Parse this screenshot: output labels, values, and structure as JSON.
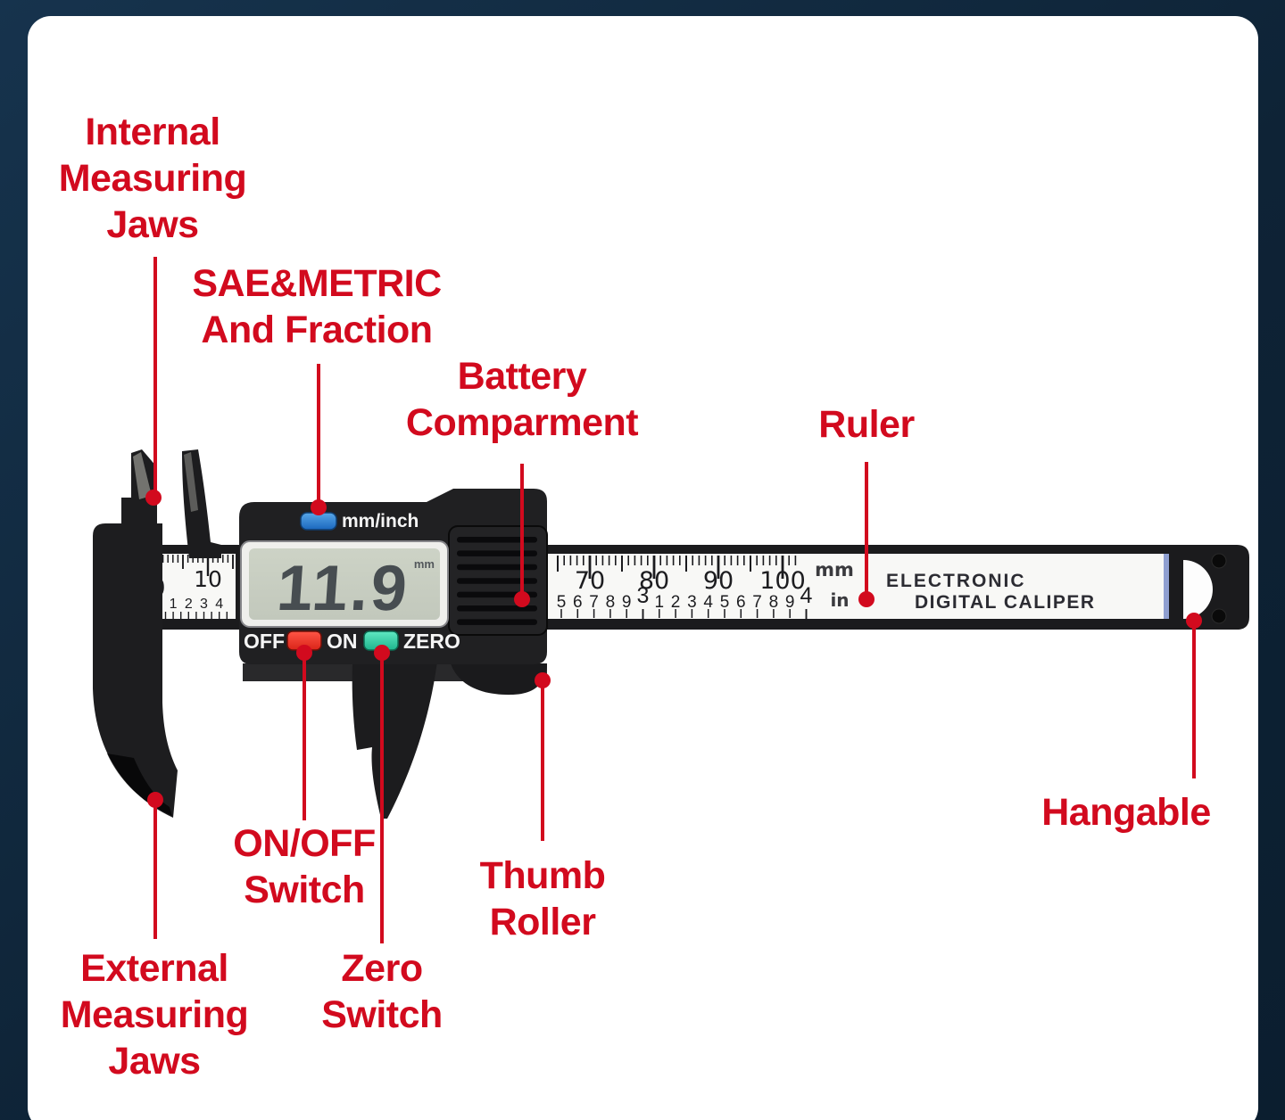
{
  "page": {
    "background_navy": "#0e2336",
    "card_white": "#ffffff",
    "accent_red": "#d20a1e"
  },
  "annotations": [
    {
      "id": "internal-measuring-jaws",
      "lines": [
        "Internal",
        "Measuring",
        "Jaws"
      ]
    },
    {
      "id": "sae-metric",
      "lines": [
        "SAE&METRIC",
        "And Fraction"
      ]
    },
    {
      "id": "battery-compartment",
      "lines": [
        "Battery",
        "Comparment"
      ]
    },
    {
      "id": "ruler",
      "lines": [
        "Ruler"
      ]
    },
    {
      "id": "hangable",
      "lines": [
        "Hangable"
      ]
    },
    {
      "id": "on-off-switch",
      "lines": [
        "ON/OFF",
        "Switch"
      ]
    },
    {
      "id": "thumb-roller",
      "lines": [
        "Thumb",
        "Roller"
      ]
    },
    {
      "id": "zero-switch",
      "lines": [
        "Zero",
        "Switch"
      ]
    },
    {
      "id": "external-measuring-jaws",
      "lines": [
        "External",
        "Measuring",
        "Jaws"
      ]
    }
  ],
  "caliper": {
    "display": {
      "value": "11.9",
      "unit": "mm",
      "mode_button_label": "mm/inch",
      "off_label": "OFF",
      "on_label": "ON",
      "zero_label": "ZERO"
    },
    "ruler": {
      "mm_numbers": [
        "70",
        "80",
        "90",
        "100"
      ],
      "left_mm_numbers": [
        "0",
        "10"
      ],
      "left_inch_numbers": [
        "1",
        "2",
        "3",
        "4"
      ],
      "inch_sequence": [
        {
          "t": "5"
        },
        {
          "t": "6"
        },
        {
          "t": "7"
        },
        {
          "t": "8"
        },
        {
          "t": "9"
        },
        {
          "t": "3",
          "big": true
        },
        {
          "t": "1"
        },
        {
          "t": "2"
        },
        {
          "t": "3"
        },
        {
          "t": "4"
        },
        {
          "t": "5"
        },
        {
          "t": "6"
        },
        {
          "t": "7"
        },
        {
          "t": "8"
        },
        {
          "t": "9"
        },
        {
          "t": "4",
          "big": true
        }
      ],
      "unit_top": "mm",
      "unit_bottom": "in",
      "brand_line1": "ELECTRONIC",
      "brand_line2": "DIGITAL CALIPER"
    }
  }
}
